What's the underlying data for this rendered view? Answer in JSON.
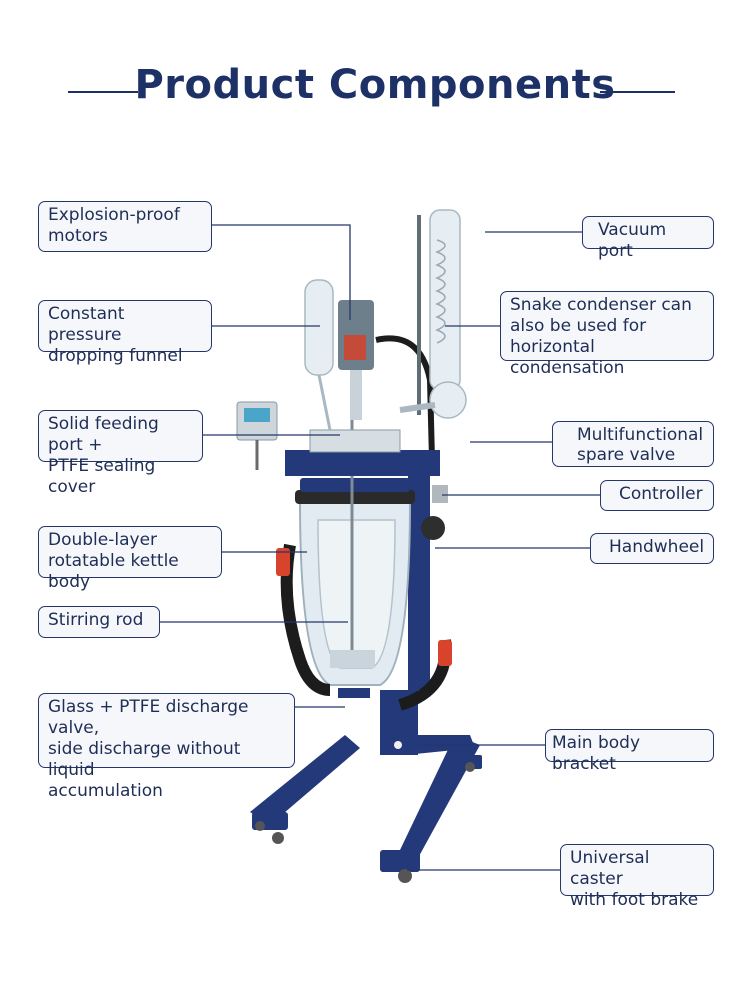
{
  "title": "Product Components",
  "labels": {
    "explosion_proof_motors": "Explosion-proof\nmotors",
    "constant_pressure_funnel": "Constant pressure\ndropping funnel",
    "solid_feeding_port": "Solid feeding port +\nPTFE sealing cover",
    "double_layer_body": "Double-layer\nrotatable kettle body",
    "stirring_rod": "Stirring rod",
    "discharge_valve": "Glass + PTFE discharge valve,\nside discharge without liquid\naccumulation",
    "vacuum_port": "Vacuum port",
    "snake_condenser": "Snake condenser can\nalso be used for\nhorizontal condensation",
    "multifunctional_valve": "Multifunctional\nspare valve",
    "controller": "Controller",
    "handwheel": "Handwheel",
    "main_body_bracket": "Main body bracket",
    "universal_caster": "Universal caster\nwith foot brake"
  },
  "colors": {
    "accent": "#1d3166",
    "frame_blue": "#24397a",
    "glass": "#dbe6ee",
    "hose_black": "#1c1c1c",
    "hose_red": "#d8432b"
  }
}
